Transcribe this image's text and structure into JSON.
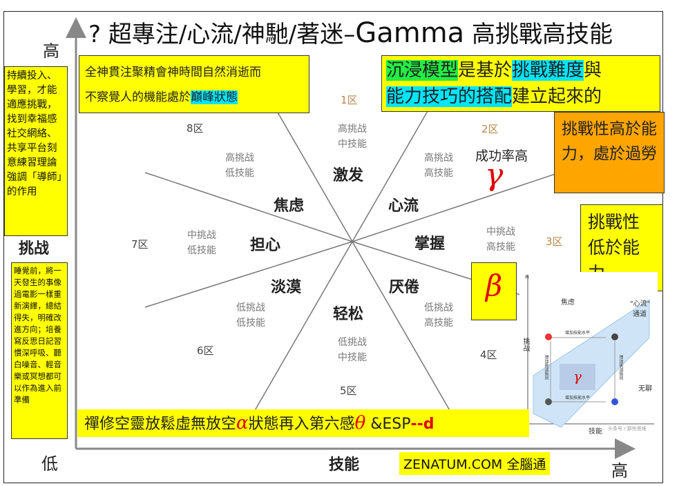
{
  "title": {
    "prefix": "? 超專注/心流/神馳/著迷–",
    "gamma": "Gamma",
    "suffix": " 高挑戰高技能"
  },
  "axes": {
    "y_high": "高",
    "y_low": "低",
    "y_label": "挑战",
    "x_label": "技能",
    "x_high": "高"
  },
  "top_left_box": {
    "line1": "全神貫注聚精會神時間自然消逝而",
    "line2_pre": "不察覺人的機能處於",
    "line2_hl": "巔峰狀態"
  },
  "top_right_box": {
    "p1": "沉浸模型",
    "p2": "是基於",
    "p3": "挑戰難度",
    "p4": "與",
    "p5": "能力技巧的搭配",
    "p6": "建立起來的"
  },
  "left_box_1": "持續投入、學習，才能適應挑戰，找到幸福感社交網絡、共享平台刻意練習理論強調「導師」的作用",
  "left_box_2": "睡覺前，將一天發生的事像過電影一樣重新演繹，總結得失，明確改進方向；培養寫反思日記習慣深呼吸、聽白噪音、輕音樂或冥想都可以作為進入前準備",
  "orange_box": "挑戰性高於能力，處於過勞",
  "right_box": "挑戰性低於能力",
  "success_label": "成功率高",
  "gamma_symbol": "γ",
  "beta_symbol": "β",
  "bottom_box": {
    "text1": "禪修空靈放鬆虛無放空",
    "alpha": "α",
    "text2": "狀態再入第六感",
    "theta": "θ",
    "text3": " &ESP",
    "suffix": "--d"
  },
  "footer": "ZENATUM.COM 全腦通",
  "zones": {
    "z1": "1区",
    "z2": "2区",
    "z3": "3区",
    "z4": "4区",
    "z5": "5区",
    "z6": "6区",
    "z7": "7区",
    "z8": "8区"
  },
  "zone_desc": {
    "d1a": "高挑战",
    "d1b": "中技能",
    "d2a": "高挑战",
    "d2b": "高技能",
    "d3a": "中挑战",
    "d3b": "高技能",
    "d4a": "低挑战",
    "d4b": "高技能",
    "d5a": "低挑战",
    "d5b": "中技能",
    "d6a": "低挑战",
    "d6b": "低技能",
    "d7a": "中挑战",
    "d7b": "低技能",
    "d8a": "高挑战",
    "d8b": "低技能"
  },
  "states": {
    "s1": "激发",
    "s2": "心流",
    "s3": "掌握",
    "s4": "厌倦",
    "s5": "轻松",
    "s6": "淡漠",
    "s7": "担心",
    "s8": "焦虑"
  },
  "inset": {
    "anxiety": "焦虑",
    "flow_channel": "\"心流\"",
    "channel": "通道",
    "boredom": "无聊",
    "y_label": "挑战",
    "x_label": "技能",
    "y_high": "高",
    "x_low": "低",
    "arrow_top": "增加技能水平",
    "arrow_bottom": "增加技能水平",
    "arrow_left": "增加挑战级别",
    "arrow_right": "增加挑战级别",
    "gamma": "γ",
    "watermark": "头条号 / 那些思维"
  }
}
